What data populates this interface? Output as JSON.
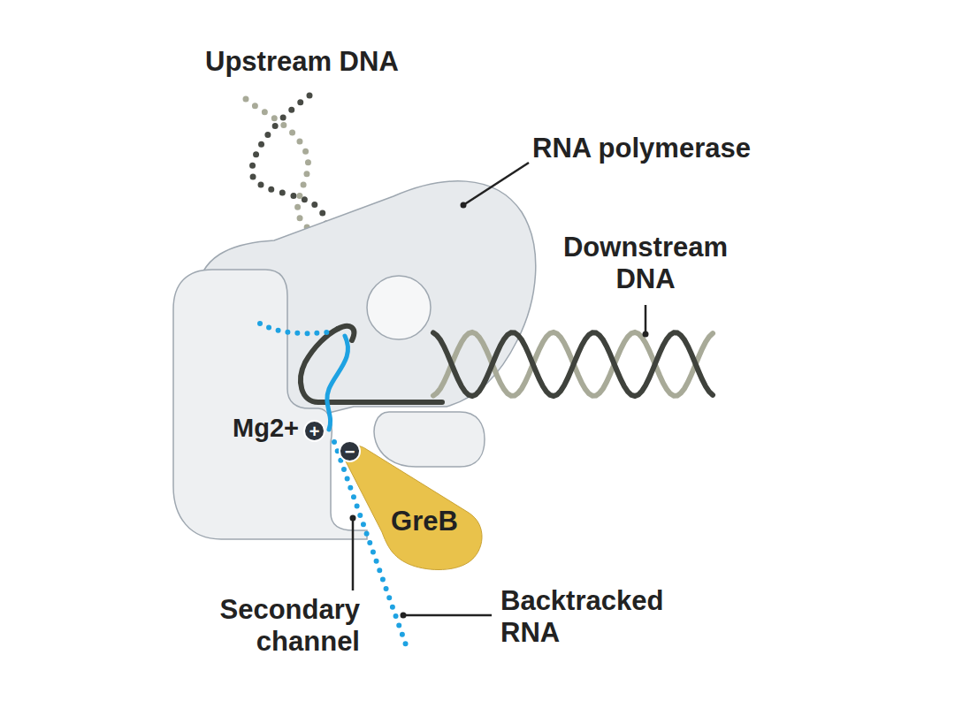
{
  "diagram": {
    "nodes": [
      {
        "text": [
          "GreB"
        ]
      },
      {
        "text": [
          "+"
        ]
      },
      {
        "text": [
          "−"
        ]
      }
    ],
    "edges": [],
    "labels": [
      "Upstream DNA",
      "RNA polymerase",
      "Downstream DNA",
      "Mg2+",
      "Secondary channel",
      "Backtracked RNA"
    ]
  }
}
